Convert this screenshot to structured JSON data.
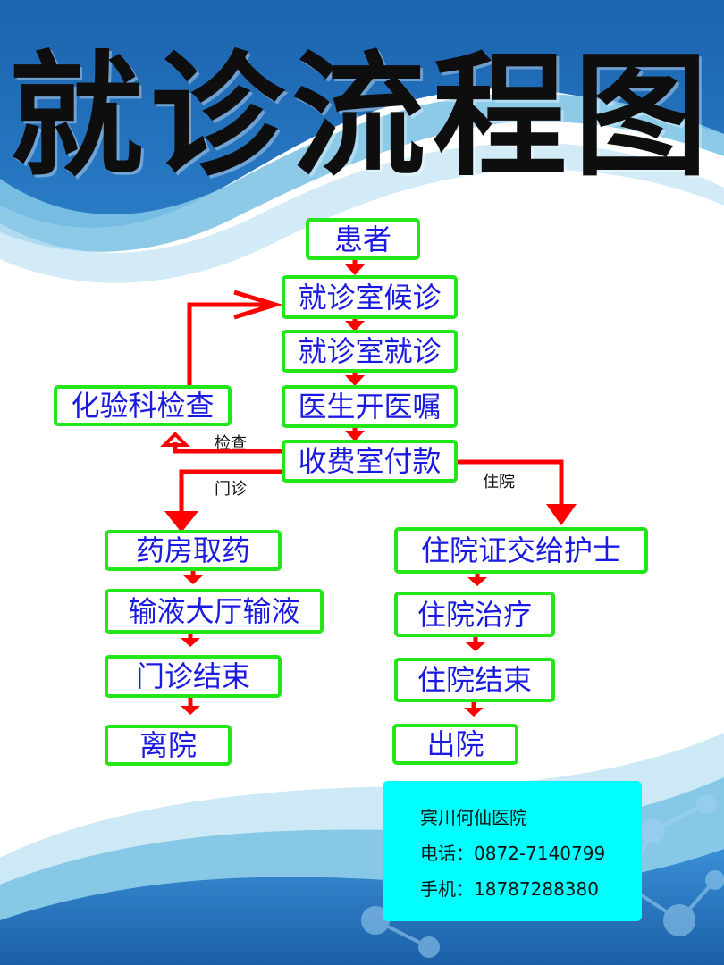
{
  "title": "就诊流程图",
  "nodes": {
    "patient": "患者",
    "waiting": "就诊室候诊",
    "consult": "就诊室就诊",
    "prescribe": "医生开医嘱",
    "lab": "化验科检查",
    "payment": "收费室付款",
    "pharmacy": "药房取药",
    "infusion": "输液大厅输液",
    "outpatient_end": "门诊结束",
    "leave": "离院",
    "admission": "住院证交给护士",
    "inpatient_treat": "住院治疗",
    "inpatient_end": "住院结束",
    "discharge": "出院"
  },
  "edge_labels": {
    "check": "检查",
    "outpatient": "门诊",
    "inpatient": "住院"
  },
  "contact": {
    "hospital": "宾川何仙医院",
    "phone": "电话：0872-7140799",
    "mobile": "手机：18787288380"
  },
  "colors": {
    "box_border": "#22e617",
    "box_text": "#1a1ae0",
    "arrow": "#ff0000",
    "background_blue": "#1e6fb8",
    "contact_bg": "#00ffff"
  }
}
